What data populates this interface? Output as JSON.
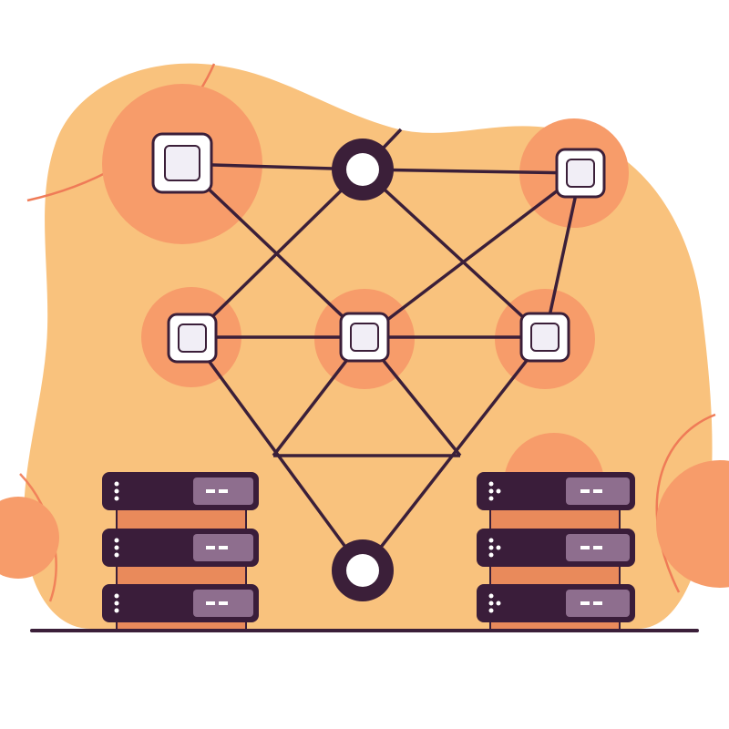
{
  "illustration": {
    "subject": "network-diagram-with-servers",
    "colors": {
      "background": "#ffffff",
      "blob": "#F9C27D",
      "accent_circle": "#F79C6A",
      "accent_stroke": "#EF7B57",
      "line_dark": "#3B1F39",
      "server_dark": "#3A1D3A",
      "server_panel": "#8E6E8E",
      "server_spacer": "#E98A5B",
      "node_fill": "#F1EEF6",
      "node_stroke": "#3B1F39"
    },
    "icons": [
      "square-node-icon",
      "hub-circle-icon",
      "server-rack-icon",
      "ground-line"
    ],
    "server_stacks": [
      {
        "name": "left-server-stack",
        "units": 3
      },
      {
        "name": "right-server-stack",
        "units": 3
      }
    ]
  }
}
